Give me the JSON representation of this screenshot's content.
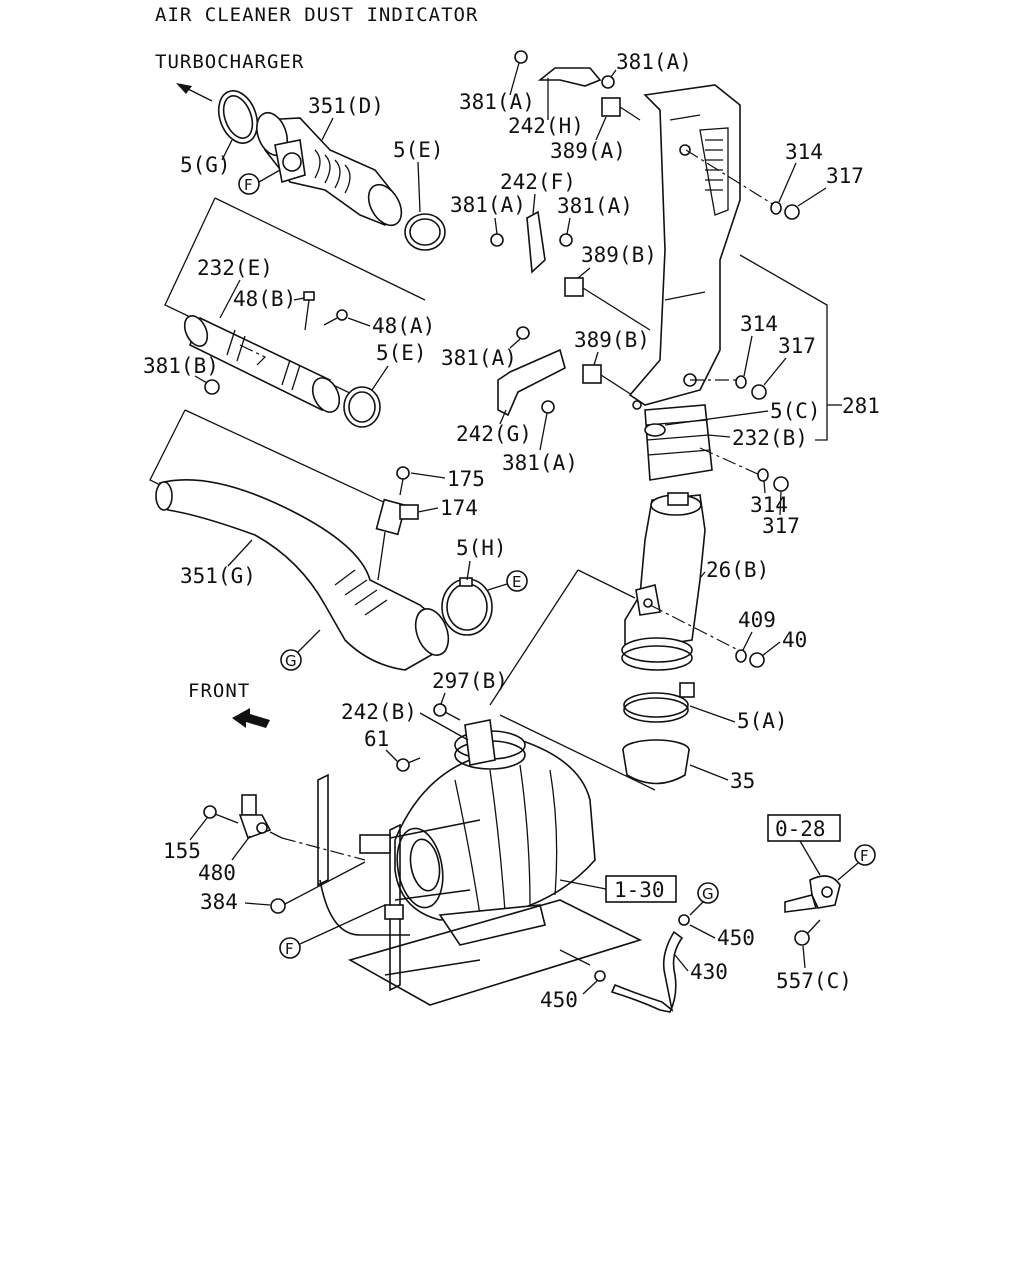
{
  "title": "AIR CLEANER DUST INDICATOR",
  "labels": {
    "turbocharger": "TURBOCHARGER",
    "front": "FRONT",
    "p351d": "351(D)",
    "p5g": "5(G)",
    "p5e_top": "5(E)",
    "p5e_mid": "5(E)",
    "p232e": "232(E)",
    "p48b": "48(B)",
    "p48a": "48(A)",
    "p381b": "381(B)",
    "p175": "175",
    "p174": "174",
    "p351g": "351(G)",
    "p5h": "5(H)",
    "p381a_1": "381(A)",
    "p381a_2": "381(A)",
    "p381a_3": "381(A)",
    "p381a_4": "381(A)",
    "p381a_5": "381(A)",
    "p381a_6": "381(A)",
    "p242h": "242(H)",
    "p242f": "242(F)",
    "p242g": "242(G)",
    "p389a": "389(A)",
    "p389b_1": "389(B)",
    "p389b_2": "389(B)",
    "p314_1": "314",
    "p317_1": "317",
    "p314_2": "314",
    "p317_2": "317",
    "p314_3": "314",
    "p317_3": "317",
    "p5c": "5(C)",
    "p281": "281",
    "p232b": "232(B)",
    "p26b": "26(B)",
    "p409": "409",
    "p40": "40",
    "p5a": "5(A)",
    "p35": "35",
    "p297b": "297(B)",
    "p242b": "242(B)",
    "p61": "61",
    "p155": "155",
    "p480": "480",
    "p384": "384",
    "box_130": "1-30",
    "box_028": "0-28",
    "p450_1": "450",
    "p450_2": "450",
    "p430": "430",
    "p557c": "557(C)"
  },
  "refs": {
    "f1": "F",
    "f2": "F",
    "f3": "F",
    "e1": "E",
    "g1": "G",
    "g2": "G"
  }
}
